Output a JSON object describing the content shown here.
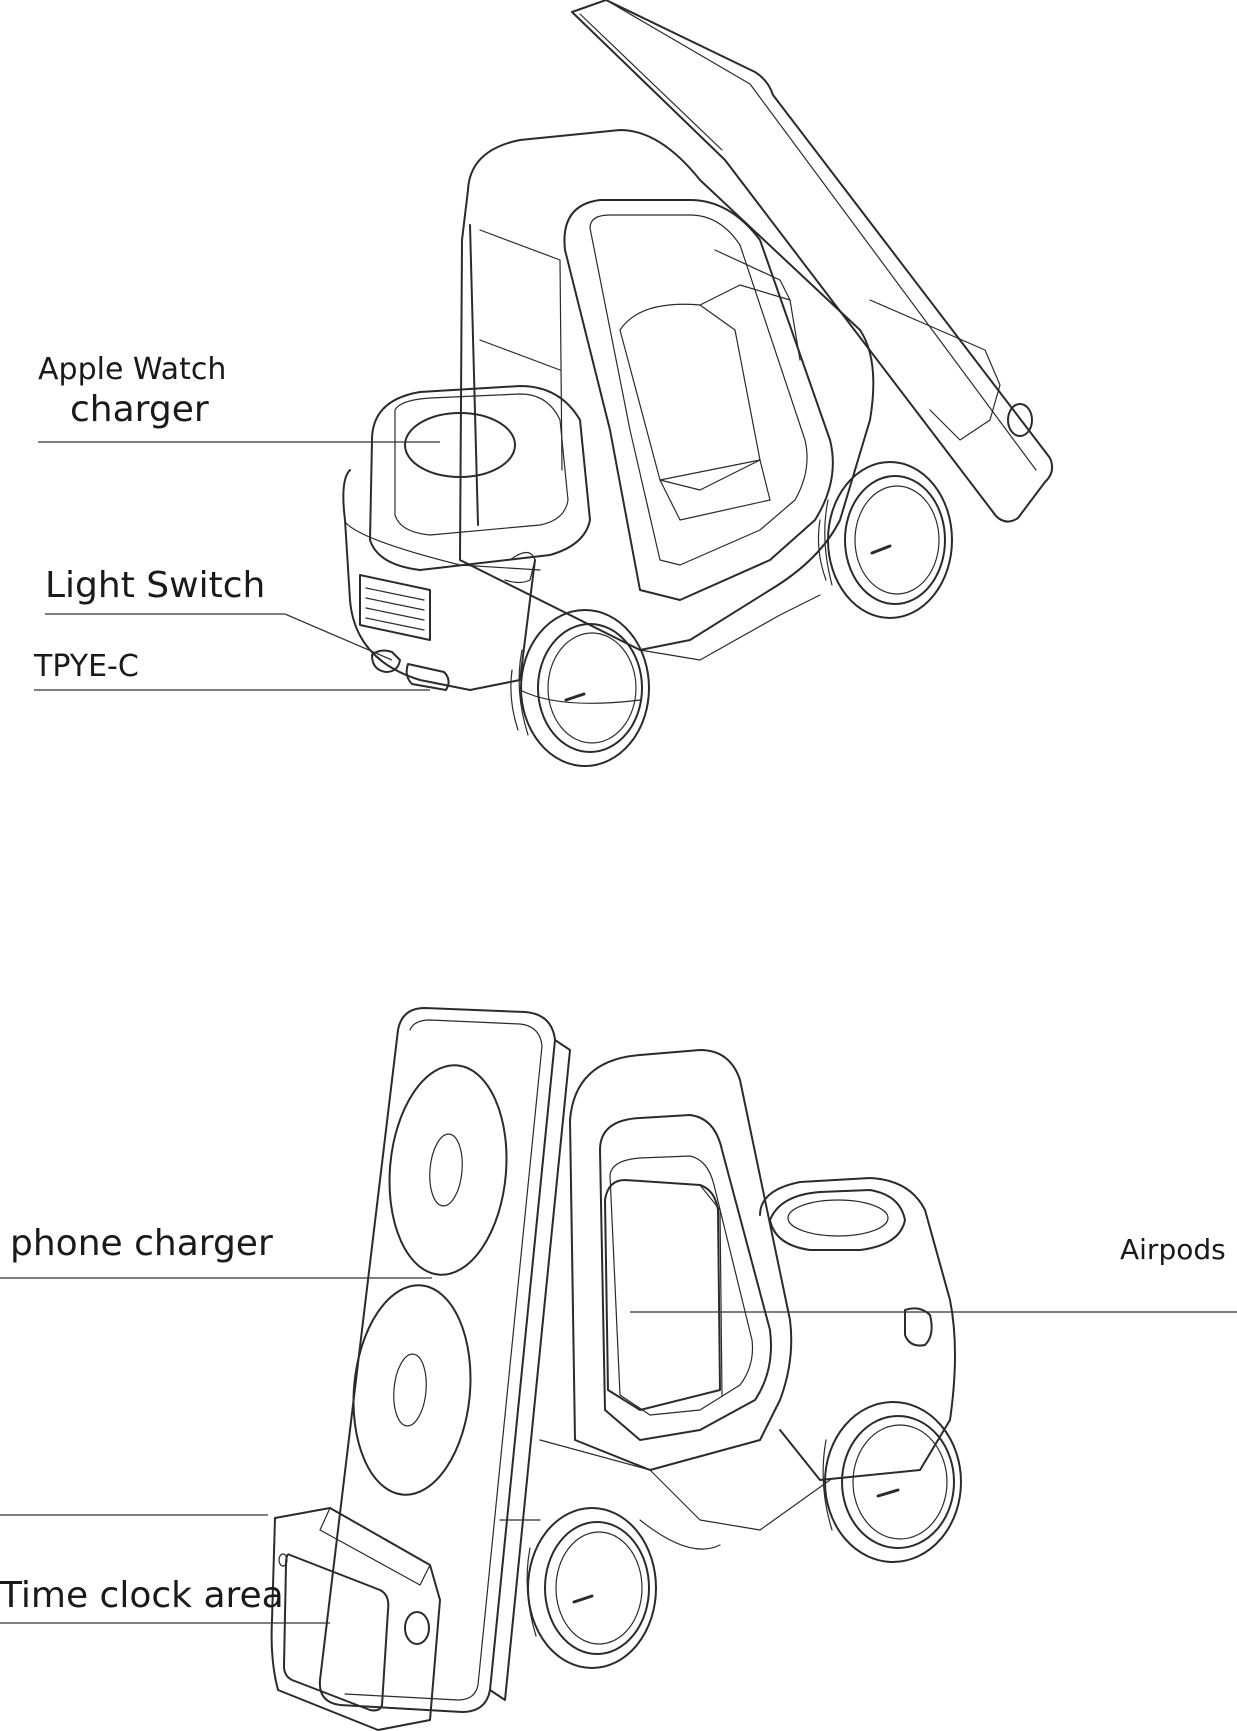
{
  "labels": {
    "apple_watch_line1": "Apple Watch",
    "apple_watch_line2": "charger",
    "light_switch": "Light Switch",
    "type_c": "TPYE-C",
    "phone_charger": "phone charger",
    "airpods": "Airpods",
    "time_clock": "Time clock area"
  }
}
